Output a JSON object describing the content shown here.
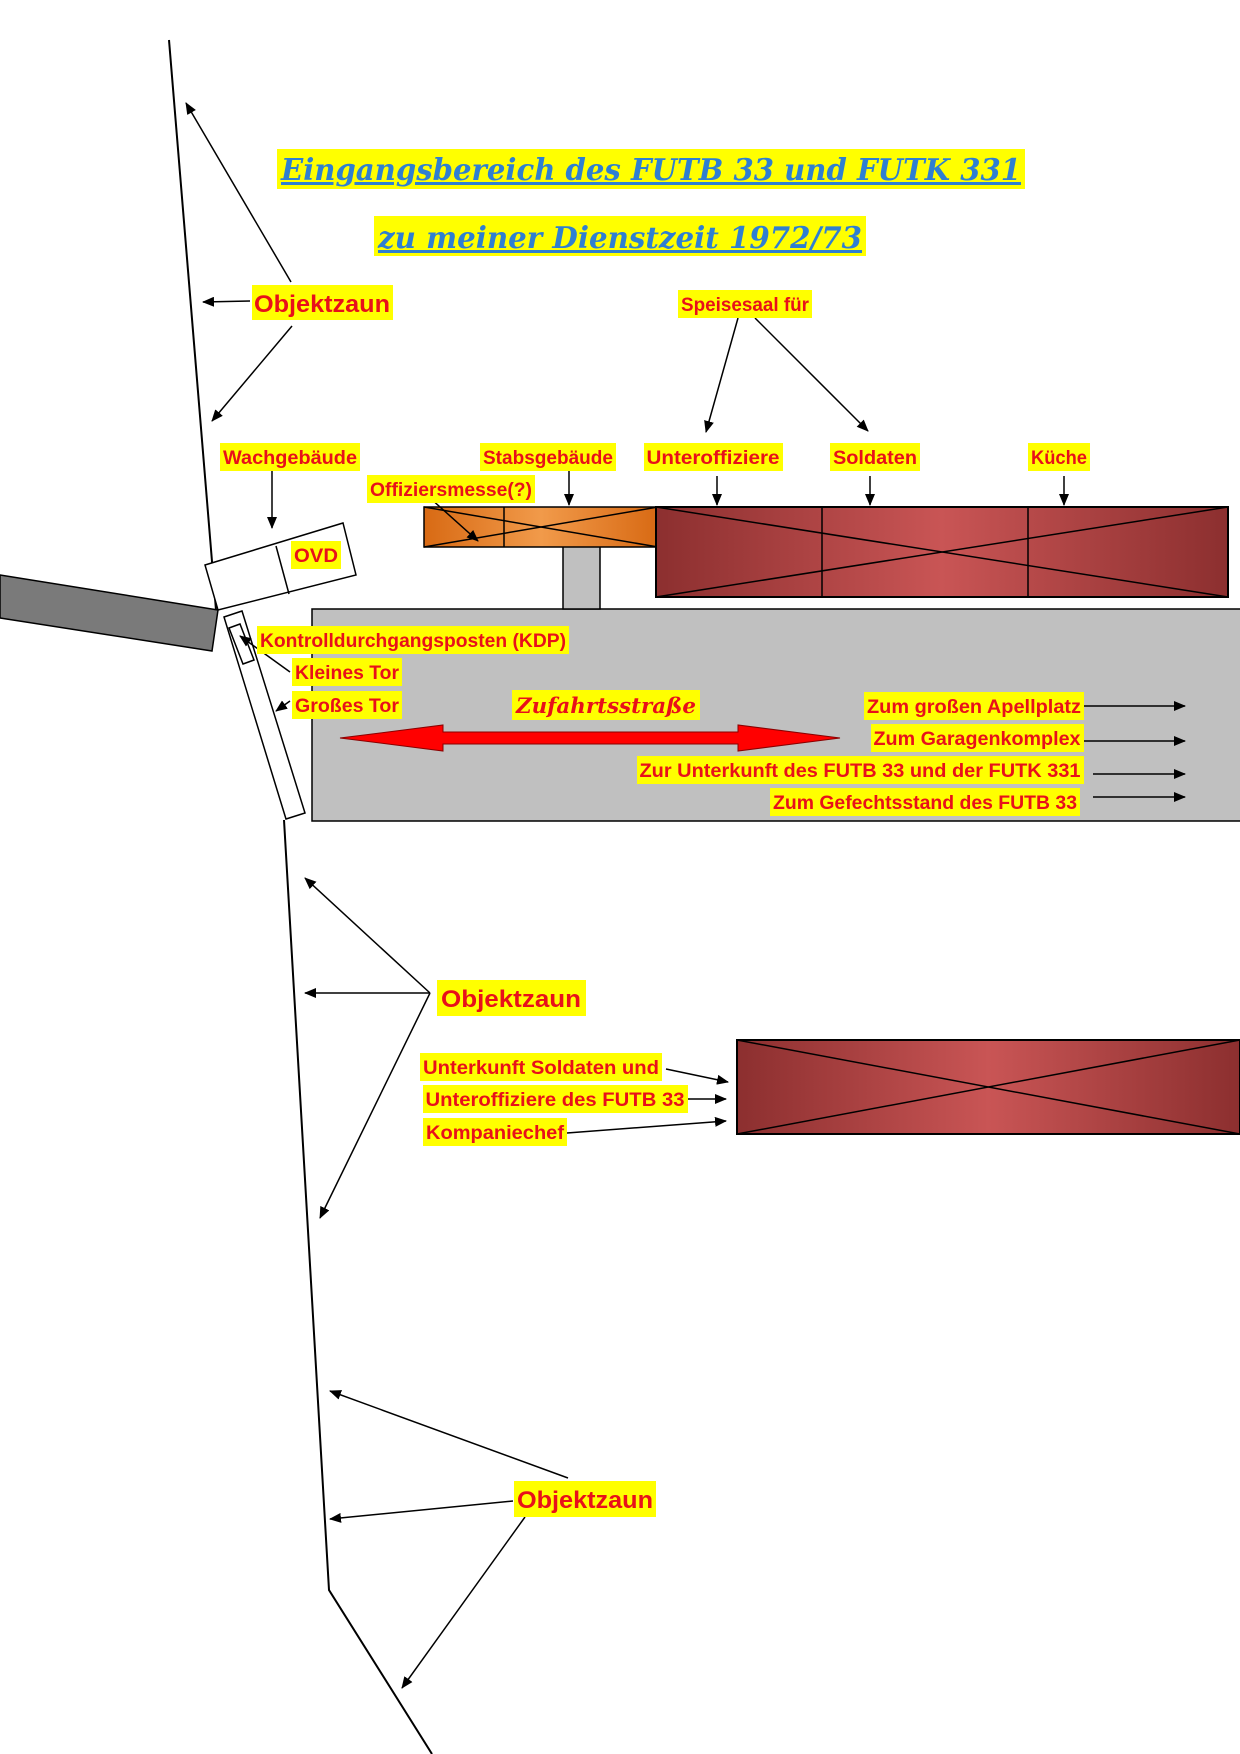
{
  "title": {
    "line1": "Eingangsbereich des FUTB 33 und FUTK 331",
    "line2": "zu meiner Dienstzeit 1972/73"
  },
  "labels": {
    "fence_top": "Objektzaun",
    "fence_middle": "Objektzaun",
    "fence_bottom": "Objektzaun",
    "mess_hall": "Speisesaal für",
    "guard_building": "Wachgebäude",
    "staff_building": "Stabsgebäude",
    "nco": "Unteroffiziere",
    "soldiers": "Soldaten",
    "kitchen": "Küche",
    "officers_mess": "Offiziersmesse(?)",
    "ovd": "OVD",
    "kdp": "Kontrolldurchgangsposten (KDP)",
    "small_gate": "Kleines Tor",
    "large_gate": "Großes Tor",
    "access_road": "Zufahrtsstraße",
    "to_parade": "Zum großen Apellplatz",
    "to_garages": "Zum Garagenkomplex",
    "to_quarters": "Zur Unterkunft des FUTB 33 und der FUTK 331",
    "to_command": "Zum Gefechtsstand des FUTB 33",
    "barracks_line1": "Unterkunft Soldaten und",
    "barracks_line2": "Unteroffiziere des FUTB 33",
    "company_chief": "Kompaniechef"
  },
  "colors": {
    "label_text": "#e8101a",
    "label_background": "#ffff00",
    "title_text": "#2f7fd1",
    "building_red": "#9b3b3b",
    "building_orange": "#e07a1f",
    "road_gray": "#c0c0c0",
    "arrow_red": "#ff0000"
  }
}
